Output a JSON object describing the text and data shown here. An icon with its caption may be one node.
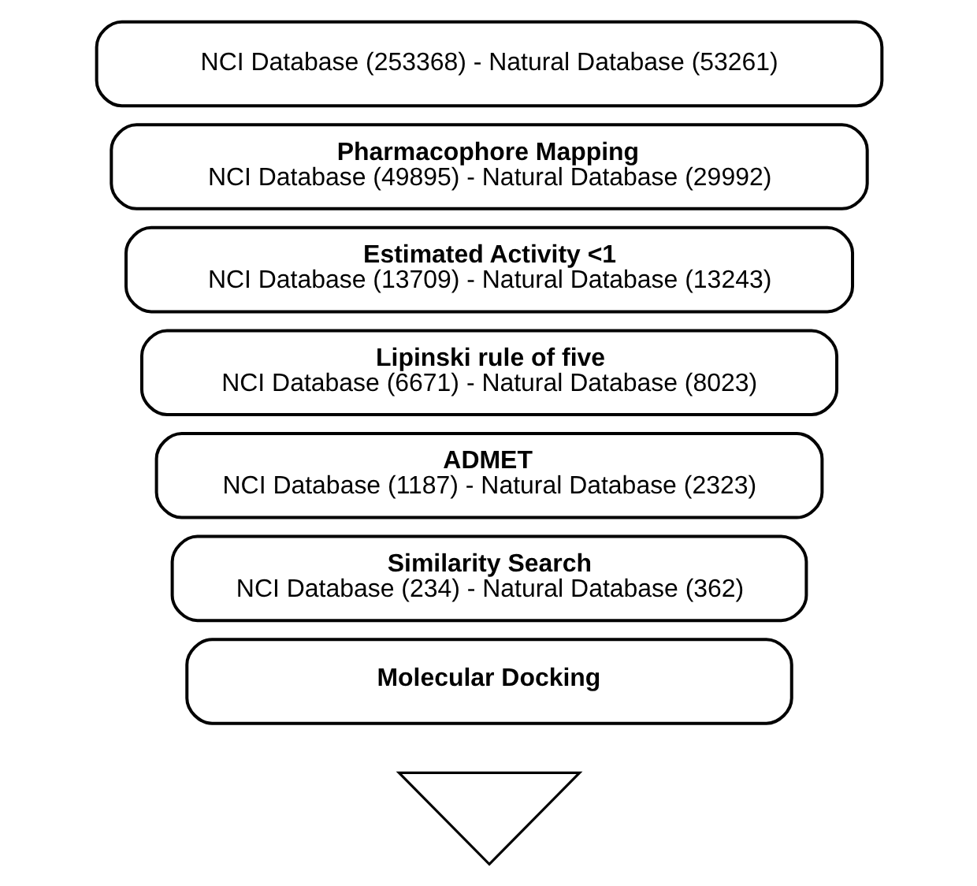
{
  "diagram": {
    "nodes": [
      {
        "text": [
          "NCI Database (253368) - Natural Database (53261)"
        ]
      },
      {
        "text": [
          "Pharmacophore Mapping",
          "NCI Database (49895) - Natural Database (29992)"
        ]
      },
      {
        "text": [
          "Estimated Activity <1",
          "NCI Database (13709) - Natural Database (13243)"
        ]
      },
      {
        "text": [
          "Lipinski rule of five",
          "NCI Database (6671) - Natural Database (8023)"
        ]
      },
      {
        "text": [
          "ADMET",
          "NCI Database (1187) - Natural Database (2323)"
        ]
      },
      {
        "text": [
          "Similarity Search",
          "NCI Database (234) - Natural Database (362)"
        ]
      },
      {
        "text": [
          "Molecular Docking"
        ]
      },
      {
        "text": [],
        "shape": "triangle"
      }
    ]
  }
}
